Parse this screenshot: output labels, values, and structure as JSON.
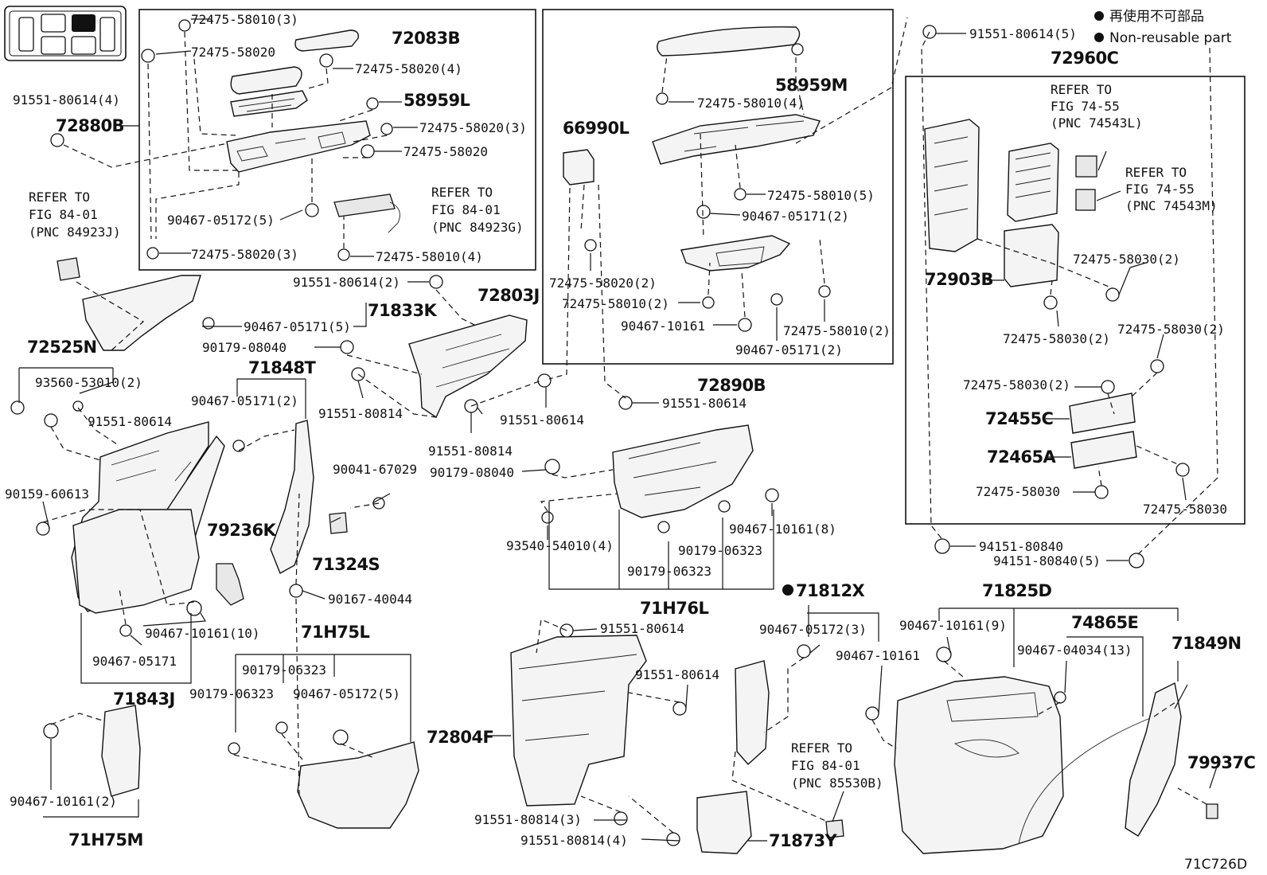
{
  "legend": {
    "jp": "再使用不可部品",
    "en": "Non-reusable part"
  },
  "figure_code": "71C726D",
  "labels": {
    "l1": "72475-58010(3)",
    "l2": "72083B",
    "l3": "72475-58020",
    "l4": "72475-58020(4)",
    "l5": "91551-80614(4)",
    "l6": "58959L",
    "l7": "72880B",
    "l8": "72475-58020(3)",
    "l9": "72475-58020",
    "l10": "90467-05172(5)",
    "l11": "72475-58020(3)",
    "l12": "72475-58010(4)",
    "l13": "58959M",
    "l14": "72475-58010(4)",
    "l15": "66990L",
    "l16": "72475-58010(5)",
    "l17": "90467-05171(2)",
    "l18": "72475-58020(2)",
    "l19": "72475-58010(2)",
    "l20": "90467-10161",
    "l21": "72475-58010(2)",
    "l22": "90467-05171(2)",
    "l23": "72890B",
    "l24": "91551-80614",
    "l25": "91551-80614(5)",
    "l26": "72960C",
    "l27": "72903B",
    "l28": "72475-58030(2)",
    "l29": "72475-58030(2)",
    "l30": "72475-58030(2)",
    "l31": "72475-58030(2)",
    "l32": "72455C",
    "l33": "72465A",
    "l34": "72475-58030",
    "l35": "72475-58030",
    "l36": "94151-80840",
    "l37": "94151-80840(5)",
    "l38": "91551-80614(2)",
    "l39": "71833K",
    "l40": "72803J",
    "l41": "90467-05171(5)",
    "l42": "90179-08040",
    "l43": "72525N",
    "l44": "93560-53010(2)",
    "l45": "71848T",
    "l46": "91551-80814",
    "l47": "91551-80614",
    "l48": "91551-80614",
    "l49": "90467-05171(2)",
    "l50": "91551-80814",
    "l51": "90179-08040",
    "l52": "90041-67029",
    "l53": "90159-60613",
    "l54": "79236K",
    "l55": "71324S",
    "l56": "90467-10161(8)",
    "l57": "93540-54010(4)",
    "l58": "90179-06323",
    "l59": "90179-06323",
    "l60": "90167-40044",
    "l61": "71812X",
    "l62": "71H76L",
    "l63": "71825D",
    "l64": "90467-10161(10)",
    "l65": "71H75L",
    "l66": "90467-05172(3)",
    "l67": "90467-10161(9)",
    "l68": "74865E",
    "l69": "90467-05171",
    "l70": "91551-80614",
    "l71": "90179-06323",
    "l72": "90467-10161",
    "l73": "90467-04034(13)",
    "l74": "71849N",
    "l75": "71843J",
    "l76": "90179-06323",
    "l77": "90467-05172(5)",
    "l78": "91551-80614",
    "l79": "72804F",
    "l80": "79937C",
    "l81": "90467-10161(2)",
    "l82": "91551-80814(3)",
    "l83": "91551-80814(4)",
    "l84": "71873Y",
    "l85": "71H75M"
  },
  "refs": {
    "r1": [
      "REFER TO",
      "FIG 84-01",
      "(PNC 84923J)"
    ],
    "r2": [
      "REFER TO",
      "FIG 84-01",
      "(PNC 84923G)"
    ],
    "r3": [
      "REFER TO",
      "FIG 74-55",
      "(PNC 74543L)"
    ],
    "r4": [
      "REFER TO",
      "FIG 74-55",
      "(PNC 74543M)"
    ],
    "r5": [
      "REFER TO",
      "FIG 84-01",
      "(PNC 85530B)"
    ]
  }
}
